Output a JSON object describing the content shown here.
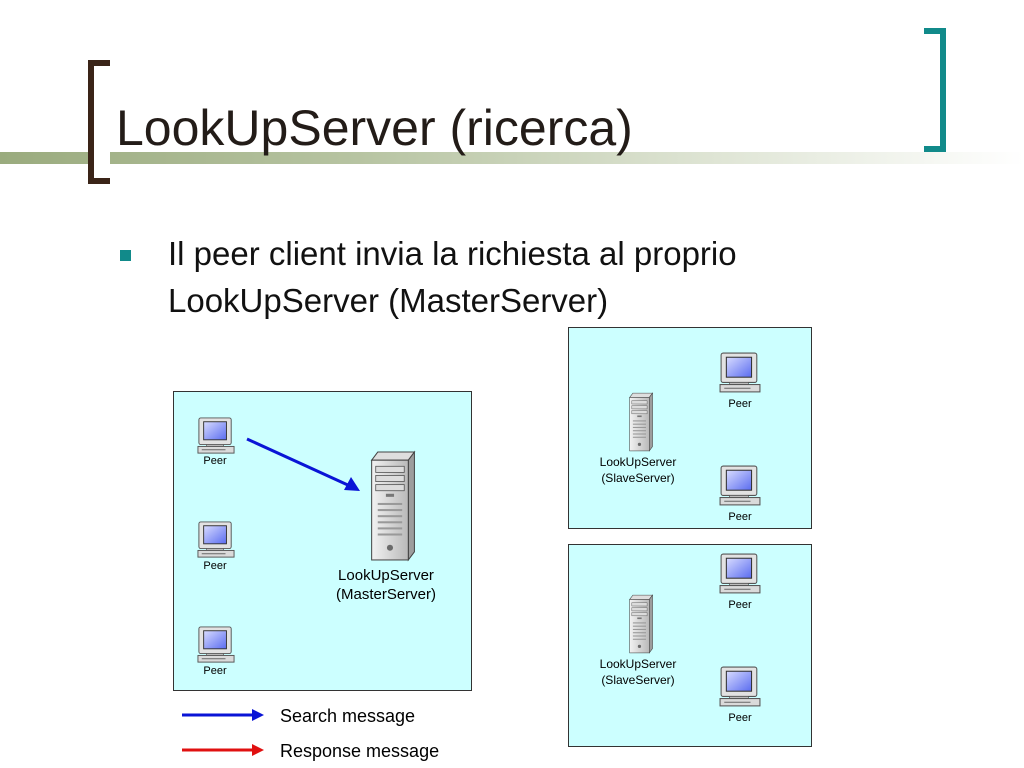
{
  "slide": {
    "title": "LookUpServer (ricerca)",
    "bullet": "Il peer client invia la richiesta al proprio LookUpServer (MasterServer)"
  },
  "diagram": {
    "master_group": {
      "peers": [
        "Peer",
        "Peer",
        "Peer"
      ],
      "server": {
        "line1": "LookUpServer",
        "line2": "(MasterServer)"
      }
    },
    "slave_group_1": {
      "peers": [
        "Peer",
        "Peer"
      ],
      "server": {
        "line1": "LookUpServer",
        "line2": "(SlaveServer)"
      }
    },
    "slave_group_2": {
      "peers": [
        "Peer",
        "Peer"
      ],
      "server": {
        "line1": "LookUpServer",
        "line2": "(SlaveServer)"
      }
    },
    "edges": [
      {
        "from": "master_group.peer_1",
        "to": "master_group.server",
        "kind": "search"
      }
    ]
  },
  "legend": {
    "search": {
      "label": "Search message",
      "color": "#0a14d6"
    },
    "response": {
      "label": "Response message",
      "color": "#e01010"
    }
  },
  "colors": {
    "panel_fill": "#ccffff",
    "accent": "#118a8a",
    "bracket": "#3a2418"
  }
}
